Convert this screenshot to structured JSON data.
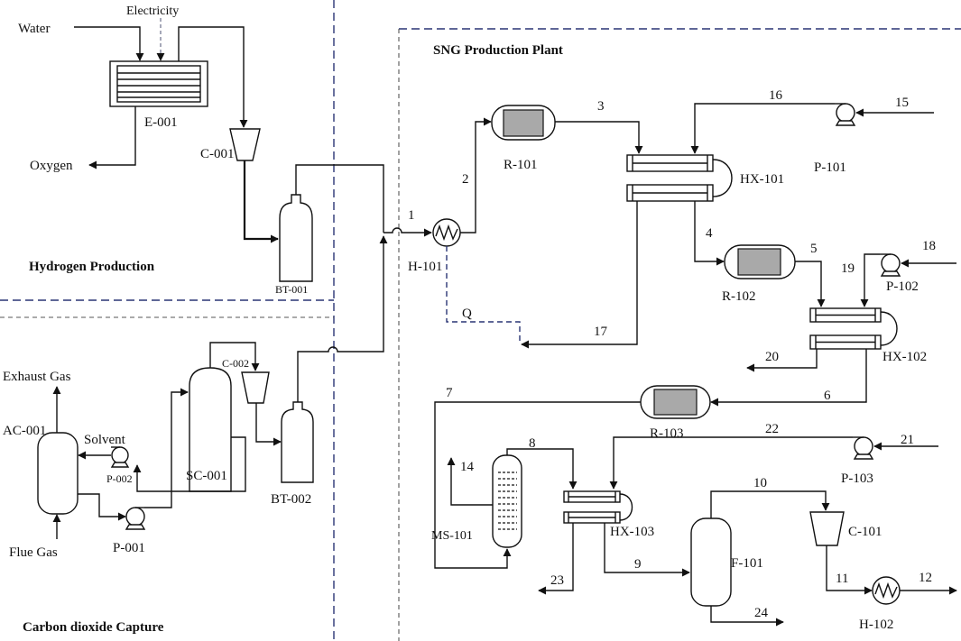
{
  "sections": {
    "hydrogen": "Hydrogen Production",
    "sng": "SNG Production Plant",
    "co2": "Carbon dioxide Capture"
  },
  "inputs_outputs": {
    "water": "Water",
    "electricity": "Electricity",
    "oxygen": "Oxygen",
    "exhaust_gas": "Exhaust Gas",
    "solvent": "Solvent",
    "flue_gas": "Flue Gas",
    "heat": "Q"
  },
  "equipment": {
    "e001": "E-001",
    "c001": "C-001",
    "bt001": "BT-001",
    "ac001": "AC-001",
    "p002": "P-002",
    "sc001": "SC-001",
    "c002": "C-002",
    "bt002": "BT-002",
    "p001": "P-001",
    "h101": "H-101",
    "r101": "R-101",
    "hx101": "HX-101",
    "p101": "P-101",
    "r102": "R-102",
    "hx102": "HX-102",
    "p102": "P-102",
    "r103": "R-103",
    "ms101": "MS-101",
    "hx103": "HX-103",
    "p103": "P-103",
    "f101": "F-101",
    "c101": "C-101",
    "h102": "H-102"
  },
  "streams": {
    "s1": "1",
    "s2": "2",
    "s3": "3",
    "s4": "4",
    "s5": "5",
    "s6": "6",
    "s7": "7",
    "s8": "8",
    "s9": "9",
    "s10": "10",
    "s11": "11",
    "s12": "12",
    "s14": "14",
    "s15": "15",
    "s16": "16",
    "s17": "17",
    "s18": "18",
    "s19": "19",
    "s20": "20",
    "s21": "21",
    "s22": "22",
    "s23": "23",
    "s24": "24"
  }
}
